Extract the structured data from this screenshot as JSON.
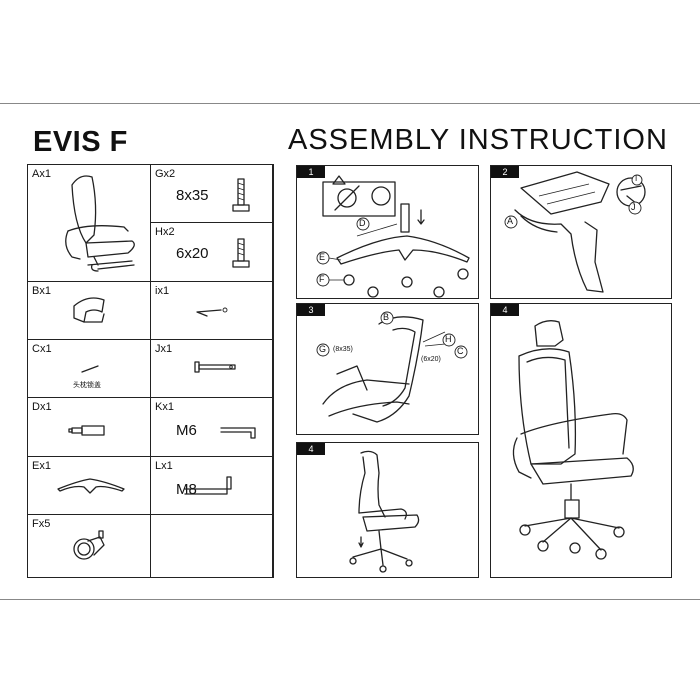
{
  "header": {
    "model": "EVIS F",
    "title": "ASSEMBLY INSTRUCTION"
  },
  "parts": [
    {
      "label": "Ax1"
    },
    {
      "label": "Gx2",
      "size": "8x35"
    },
    {
      "label": "Hx2",
      "size": "6x20"
    },
    {
      "label": "Bx1"
    },
    {
      "label": "ix1"
    },
    {
      "label": "Cx1",
      "note": "头枕锁盖"
    },
    {
      "label": "Jx1"
    },
    {
      "label": "Dx1"
    },
    {
      "label": "Kx1",
      "size": "M6"
    },
    {
      "label": "Ex1"
    },
    {
      "label": "Lx1",
      "size": "M8"
    },
    {
      "label": "Fx5"
    }
  ],
  "steps": [
    {
      "number": "1",
      "callouts": [
        "D",
        "E",
        "F"
      ]
    },
    {
      "number": "2",
      "callouts": [
        "A",
        "I",
        "J"
      ]
    },
    {
      "number": "3",
      "callouts": [
        "B",
        "G",
        "H",
        "C"
      ],
      "g_size": "(8x35)",
      "h_size": "(6x20)"
    },
    {
      "number": "4"
    },
    {
      "number": "4"
    }
  ]
}
